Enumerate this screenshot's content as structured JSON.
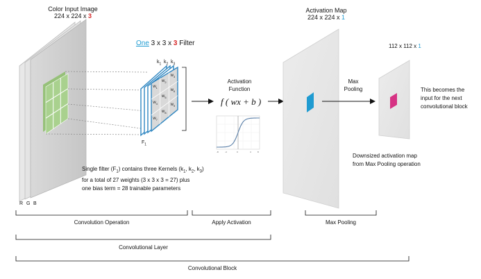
{
  "input": {
    "title": "Color Input Image",
    "dims": "224 x 224 x ",
    "channels": "3",
    "channel_labels": [
      "R",
      "G",
      "B"
    ]
  },
  "filter": {
    "count_word": "One",
    "size_text": " 3 x 3 x ",
    "depth": "3",
    "suffix": " Filter",
    "kernel_labels": [
      "k1",
      "k2",
      "k3"
    ],
    "weight_label": "w",
    "name": "F1"
  },
  "description": {
    "line1": "Single filter (F1) contains three Kernels (k1, k2, k3)",
    "line2": "for a total of 27 weights  (3 x 3 x 3 = 27)  plus",
    "line3": "one bias term = 28 trainable parameters"
  },
  "activation": {
    "title_line1": "Activation",
    "title_line2": "Function",
    "formula": "f ( wx + b )"
  },
  "activation_map": {
    "title": "Activation Map",
    "dims": "224 x 224 x ",
    "depth": "1"
  },
  "pooling": {
    "label_line1": "Max",
    "label_line2": "Pooling",
    "output_dims": "112 x 112 x ",
    "output_depth": "1",
    "note_line1": "This becomes the",
    "note_line2": "input for the next",
    "note_line3": "convolutional block",
    "down_line1": "Downsized activation map",
    "down_line2": "from Max Pooling operation"
  },
  "brackets": {
    "convolution_operation": "Convolution Operation",
    "apply_activation": "Apply Activation",
    "max_pooling": "Max Pooling",
    "convolutional_layer": "Convolutional Layer",
    "convolutional_block": "Convolutional Block"
  },
  "colors": {
    "input_grid": "#a9d18e",
    "filter_border": "#2e86c1",
    "activation_cell": "#1f9bd1",
    "pooled_cell": "#d63384",
    "sigmoid": "#5a7fa8"
  }
}
